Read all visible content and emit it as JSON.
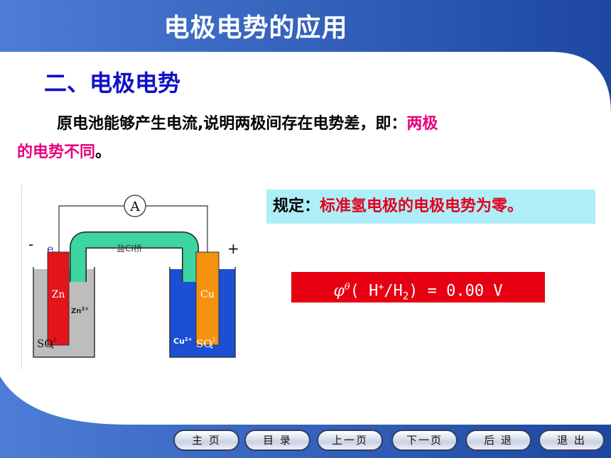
{
  "slide": {
    "title": "电极电势的应用",
    "subtitle": "二、电极电势",
    "paragraph": {
      "normal": "原电池能够产生电流,说明两极间存在电势差，即：",
      "highlight_a": "两极",
      "highlight_b": "的电势不同",
      "end": "。"
    },
    "rule": {
      "prefix": "规定：",
      "highlight": "标准氢电极的电极电势为零。"
    },
    "formula": {
      "symbol": "φ",
      "superscript": "θ",
      "body_start": "( H",
      "ion_sup": "+",
      "body_mid": "/H",
      "sub": "2",
      "body_end": ") = 0.00 V"
    }
  },
  "diagram": {
    "ammeter": "A",
    "salt_bridge": "盐CI桥",
    "minus_sign": "-",
    "electron": "e",
    "plus_sign": "+",
    "left_electrode": "Zn",
    "left_ion": "Zn",
    "left_ion_sup": "2+",
    "left_anion": "SO",
    "left_anion_sup": "2-",
    "left_anion_sub": "4",
    "right_electrode": "Cu",
    "right_ion": "Cu",
    "right_ion_sup": "2+",
    "right_anion": "SO",
    "right_anion_sup": "2-",
    "right_anion_sub": "4"
  },
  "nav": {
    "home": "主 页",
    "contents": "目 录",
    "prev": "上一页",
    "next": "下一页",
    "back": "后 退",
    "exit": "退 出"
  },
  "colors": {
    "frame": "#2550a8",
    "formula_bg": "#e70012",
    "rule_bg": "#aeeef8",
    "highlight": "#e8007c"
  }
}
